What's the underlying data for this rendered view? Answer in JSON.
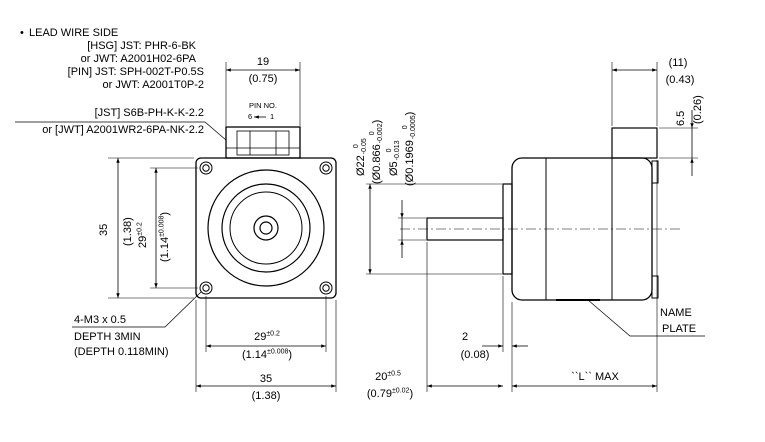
{
  "lead_wire": {
    "bullet": "•",
    "title": "LEAD WIRE SIDE",
    "hsg": "[HSG] JST: PHR-6-BK",
    "hsg_alt": "or JWT: A2001H02-6PA",
    "pin": "[PIN] JST: SPH-002T-P0.5S",
    "pin_alt": "or JWT: A2001T0P-2"
  },
  "connector": {
    "jst": "[JST] S6B-PH-K-K-2.2",
    "jwt": "or [JWT] A2001WR2-6PA-NK-2.2"
  },
  "pin_no": {
    "label": "PIN NO.",
    "from": "6",
    "arrow": "←",
    "to": "1"
  },
  "dims": {
    "connector_width": "19",
    "connector_width_in": "(0.75)",
    "body_height": "35",
    "body_height_in": "(1.38)",
    "hole_v": "29",
    "hole_v_tol": "±0.2",
    "hole_v_in": "(1.14",
    "hole_v_in_tol": "±0.008",
    "hole_v_in_close": ")",
    "hole_h": "29",
    "hole_h_tol": "±0.2",
    "hole_h_in": "(1.14",
    "hole_h_in_tol": "±0.008",
    "hole_h_in_close": ")",
    "body_width": "35",
    "body_width_in": "(1.38)",
    "pilot": "Ø22",
    "pilot_tol_top": "0",
    "pilot_tol_bot": "-0.05",
    "pilot_in": "(Ø0.866",
    "pilot_in_tol_top": "0",
    "pilot_in_tol_bot": "-0.002",
    "pilot_in_close": ")",
    "shaft": "Ø5",
    "shaft_tol_top": "0",
    "shaft_tol_bot": "-0.013",
    "shaft_in": "(Ø0.1969",
    "shaft_in_tol_top": "0",
    "shaft_in_tol_bot": "-0.0005",
    "shaft_in_close": ")",
    "lead_len": "(11)",
    "lead_len_in": "(0.43)",
    "lead_h": "6.5",
    "lead_h_in": "(0.26)",
    "shaft_len": "20",
    "shaft_len_tol": "±0.5",
    "shaft_len_in": "(0.79",
    "shaft_len_in_tol": "±0.02",
    "shaft_len_in_close": ")",
    "pilot_depth": "2",
    "pilot_depth_in": "(0.08)",
    "length": "``L`` MAX"
  },
  "notes": {
    "screw": "4-M3 x 0.5",
    "depth": "DEPTH 3MIN",
    "depth_in": "(DEPTH 0.118MIN)"
  },
  "name_plate": {
    "line1": "NAME",
    "line2": "PLATE"
  }
}
